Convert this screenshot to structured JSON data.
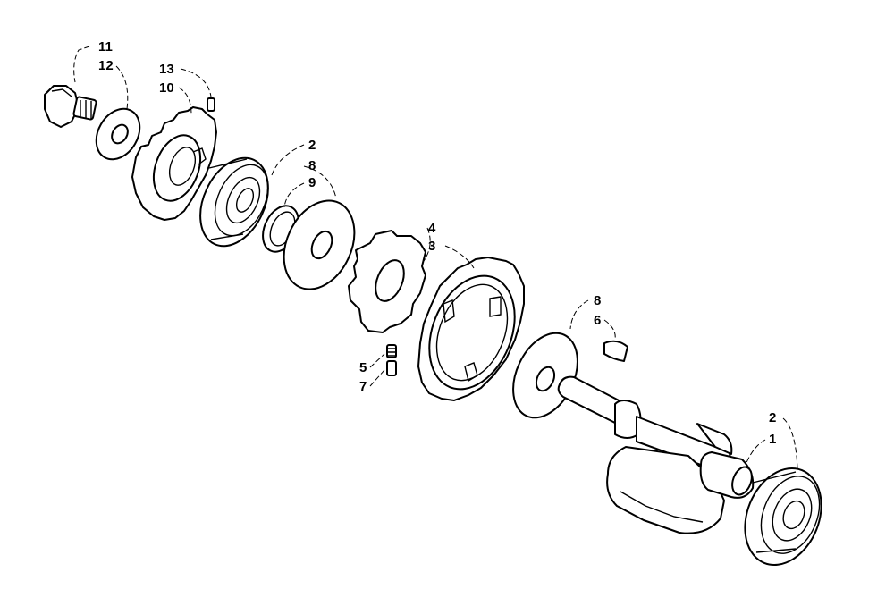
{
  "labels": {
    "l11": "11",
    "l12": "12",
    "l13": "13",
    "l10": "10",
    "l2a": "2",
    "l8a": "8",
    "l9": "9",
    "l4": "4",
    "l3": "3",
    "l5": "5",
    "l7": "7",
    "l8b": "8",
    "l6": "6",
    "l2b": "2",
    "l1": "1"
  }
}
